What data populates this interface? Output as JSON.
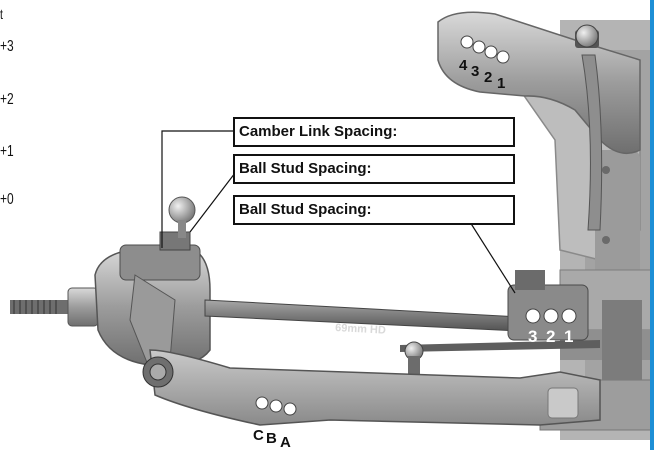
{
  "left_margin": {
    "top_fragment": "t",
    "values": [
      "+3",
      "+2",
      "+1",
      "+0"
    ]
  },
  "labels": {
    "camber_link": "Camber Link Spacing:",
    "ball_stud_1": "Ball Stud Spacing:",
    "ball_stud_2": "Ball Stud Spacing:"
  },
  "tower_holes": [
    "4",
    "3",
    "2",
    "1"
  ],
  "chassis_holes": [
    "3",
    "2",
    "1"
  ],
  "arm_holes": [
    "C",
    "B",
    "A"
  ],
  "turnbuckle_text": "69mm HD",
  "colors": {
    "border_blue": "#1d8fd6",
    "part_gray": "#9a9a9a",
    "part_dark": "#6e6e6e",
    "part_light": "#c4c4c4"
  }
}
